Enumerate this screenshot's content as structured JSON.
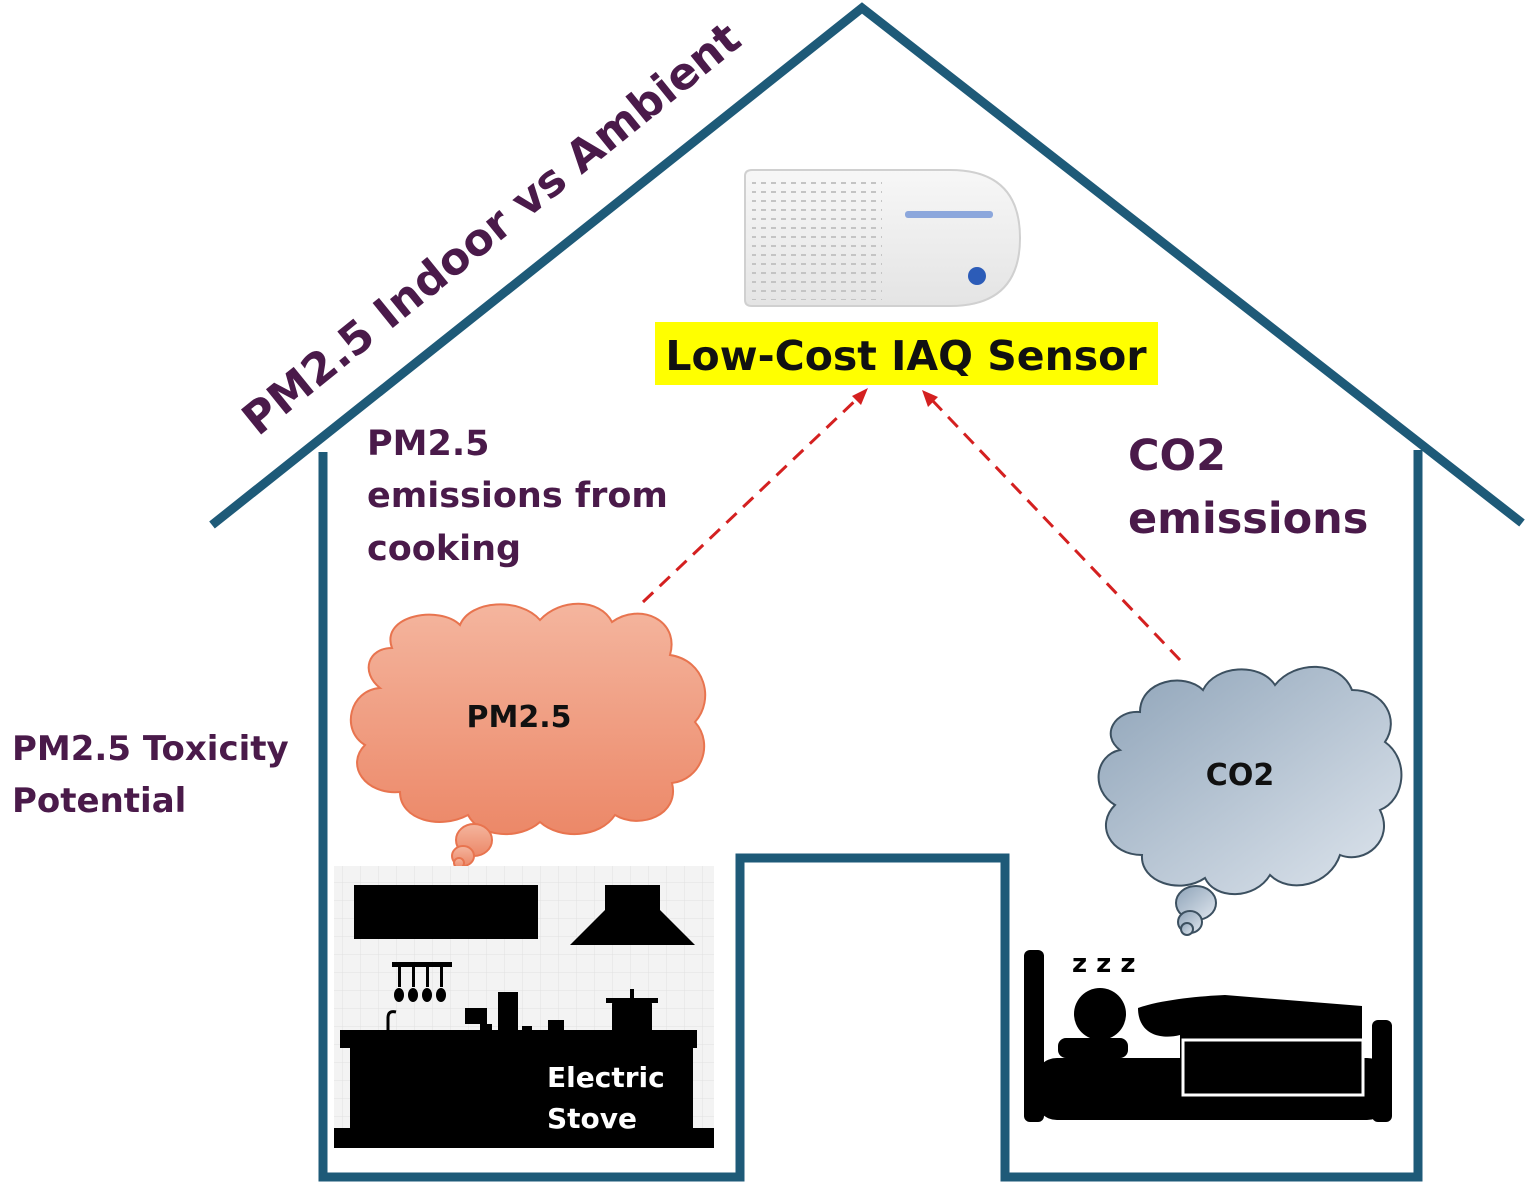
{
  "labels": {
    "roof_text": "PM2.5 Indoor vs Ambient",
    "sensor_label": "Low-Cost IAQ Sensor",
    "pm_emissions_line1": "PM2.5",
    "pm_emissions_line2": "emissions from",
    "pm_emissions_line3": "cooking",
    "co2_emissions_line1": "CO2",
    "co2_emissions_line2": "emissions",
    "toxicity_line1": "PM2.5 Toxicity",
    "toxicity_line2": "Potential",
    "pm_cloud": "PM2.5",
    "co2_cloud": "CO2",
    "stove_line1": "Electric",
    "stove_line2": "Stove"
  },
  "colors": {
    "house_outline": "#1e5a78",
    "label_text": "#4a1a4a",
    "sensor_highlight": "#ffff00",
    "arrow": "#d42020",
    "pm_cloud_fill": "#f0957a",
    "pm_cloud_stroke": "#e8744f",
    "co2_cloud_fill": "#a9b8c8",
    "co2_cloud_stroke": "#3c5060",
    "silhouette": "#000000"
  }
}
